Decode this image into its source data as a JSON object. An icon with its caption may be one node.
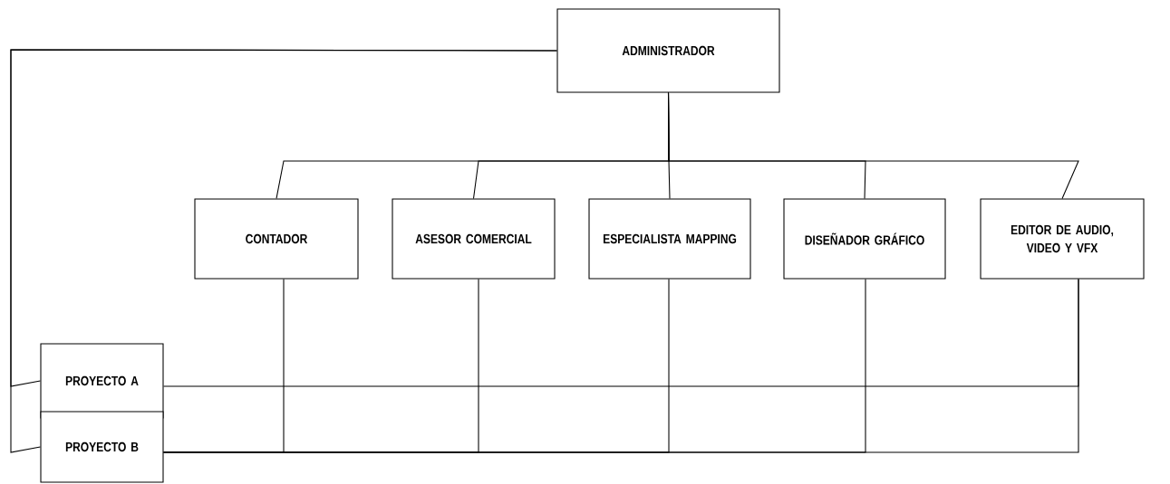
{
  "diagram": {
    "nodes": [
      {
        "text": [
          "ADMINISTRADOR"
        ]
      },
      {
        "text": [
          "CONTADOR"
        ]
      },
      {
        "text": [
          "ASESOR COMERCIAL"
        ]
      },
      {
        "text": [
          "ESPECIALISTA MAPPING"
        ]
      },
      {
        "text": [
          "DISEÑADOR GRÁFICO"
        ]
      },
      {
        "text": [
          "EDITOR DE AUDIO, VIDEO Y VFX"
        ]
      },
      {
        "text": [
          "PROYECTO A"
        ]
      },
      {
        "text": [
          "PROYECTO B"
        ]
      }
    ],
    "edges": [
      {
        "from": 0,
        "to": 1,
        "arrow": "none"
      },
      {
        "from": 0,
        "to": 2,
        "arrow": "none"
      },
      {
        "from": 0,
        "to": 3,
        "arrow": "none"
      },
      {
        "from": 0,
        "to": 4,
        "arrow": "none"
      },
      {
        "from": 0,
        "to": 5,
        "arrow": "none"
      },
      {
        "from": 0,
        "to": 6,
        "arrow": "none"
      },
      {
        "from": 0,
        "to": 7,
        "arrow": "none"
      },
      {
        "from": 6,
        "to": 5,
        "arrow": "none"
      },
      {
        "from": 1,
        "to": 7,
        "arrow": "none"
      },
      {
        "from": 2,
        "to": 7,
        "arrow": "none"
      },
      {
        "from": 3,
        "to": 7,
        "arrow": "none"
      },
      {
        "from": 4,
        "to": 7,
        "arrow": "none"
      },
      {
        "from": 5,
        "to": 7,
        "arrow": "none"
      }
    ]
  }
}
